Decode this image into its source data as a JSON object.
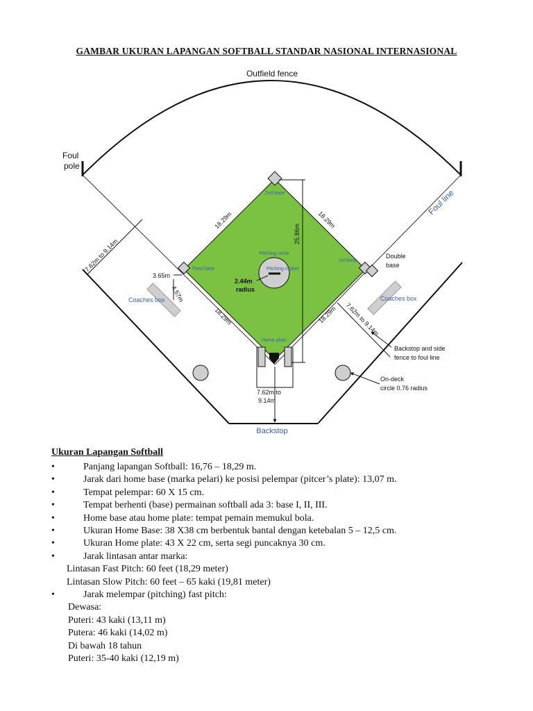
{
  "title": "GAMBAR UKURAN LAPANGAN SOFTBALL STANDAR NASIONAL INTERNASIONAL",
  "diagram": {
    "outfield_fence": "Outfield fence",
    "foul_pole_1": "Foul",
    "foul_pole_2": "pole",
    "foul_line": "Foul line",
    "second_base": "2nd base",
    "first_base": "1st base",
    "third_base": "Third base",
    "home_plate": "Home plate",
    "pitching_circle": "Pitching circle",
    "pitching_rubber": "Pitching rubber",
    "radius_value": "2.44m",
    "radius_word": "radius",
    "side_top_left": "18.29m",
    "side_top_right": "18.29m",
    "side_bottom_left": "18.29m",
    "side_bottom_right": "18.29m",
    "home_to_second": "25.86m",
    "left_clearance": "7.62m to 9.14m",
    "right_clearance": "7.62m to 9.14m",
    "coach_dist_a": "3.65m",
    "coach_dist_b": "4.57m",
    "coaches_box_left": "Coaches box",
    "coaches_box_right": "Coaches box",
    "double_base_1": "Double",
    "double_base_2": "base",
    "backstop_note_1": "Backstop and side",
    "backstop_note_2": "fence to foul line",
    "ondeck_1": "On-deck",
    "ondeck_2": "circle 0.76 radius",
    "backstop_dist_1": "7.62m to",
    "backstop_dist_2": "9.14m",
    "backstop": "Backstop",
    "colors": {
      "infield": "#7cc242",
      "blue_label": "#3a5fa8",
      "line": "#111111",
      "gray": "#cfcfcf"
    }
  },
  "section_title": "Ukuran Lapangan Softball",
  "items": [
    {
      "bullet": "•",
      "text": "Panjang lapangan Softball: 16,76 – 18,29 m."
    },
    {
      "bullet": "•",
      "text": "Jarak dari home base (marka pelari) ke posisi pelempar (pitcer’s plate): 13,07 m."
    },
    {
      "bullet": "•",
      "text": "Tempat pelempar: 60 X 15 cm."
    },
    {
      "bullet": "•",
      "text": "Tempat berhenti (base) permainan softball ada 3: base I, II, III."
    },
    {
      "bullet": "•",
      "text": "Home base atau home plate: tempat pemain memukul bola."
    },
    {
      "bullet": "•",
      "text": "Ukuran Home Base: 38 X38 cm berbentuk bantal dengan ketebalan 5 – 12,5 cm."
    },
    {
      "bullet": "•",
      "text": "Ukuran Home plate: 43 X 22 cm, serta segi puncaknya 30 cm."
    },
    {
      "bullet": "•",
      "text": "Jarak lintasan antar marka:"
    }
  ],
  "lintasan": [
    "Lintasan Fast Pitch: 60 feet (18,29 meter)",
    "Lintasan Slow Pitch: 60 feet – 65 kaki (19,81 meter)"
  ],
  "pitching": {
    "bullet": "•",
    "text": "Jarak melempar (pitching) fast pitch:"
  },
  "pitching_details": [
    "Dewasa:",
    "Puteri: 43 kaki (13,11 m)",
    "Putera: 46 kaki (14,02 m)",
    "Di bawah 18 tahun",
    "Puteri: 35-40 kaki (12,19 m)"
  ]
}
